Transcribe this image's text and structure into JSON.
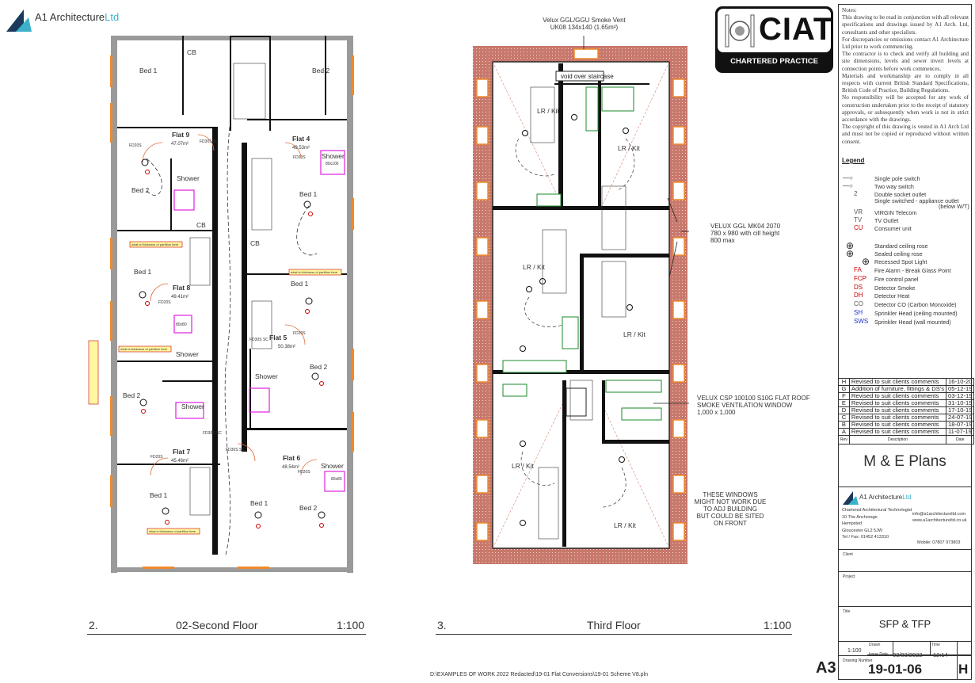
{
  "company": {
    "name": "A1 Architecture",
    "name_suffix": "Ltd"
  },
  "ciat": {
    "word": "CIAT",
    "subtitle": "CHARTERED PRACTICE"
  },
  "second_floor": {
    "number": "2.",
    "title": "02-Second Floor",
    "scale": "1:100",
    "rooms": [
      {
        "label": "Bed 1"
      },
      {
        "label": "CB"
      },
      {
        "label": "Bed 2"
      },
      {
        "label": "Flat 9"
      },
      {
        "label": "47.07m²"
      },
      {
        "label": "Flat 4"
      },
      {
        "label": "49.53m²"
      },
      {
        "label": "Shower"
      },
      {
        "label": "80x100"
      },
      {
        "label": "Shower"
      },
      {
        "label": "Bed 2"
      },
      {
        "label": "Bed 1"
      },
      {
        "label": "CB"
      },
      {
        "label": "CB"
      },
      {
        "label": "Bed 1"
      },
      {
        "label": "Flat 8"
      },
      {
        "label": "49.41m²"
      },
      {
        "label": "Bed 1"
      },
      {
        "label": "Flat 5"
      },
      {
        "label": "50.38m²"
      },
      {
        "label": "Shower"
      },
      {
        "label": "Bed 2"
      },
      {
        "label": "Shower"
      },
      {
        "label": "Bed 2"
      },
      {
        "label": "Shower"
      },
      {
        "label": "Flat 7"
      },
      {
        "label": "45.46m²"
      },
      {
        "label": "Flat 6"
      },
      {
        "label": "48.54m²"
      },
      {
        "label": "Shower"
      },
      {
        "label": "Bed 1"
      },
      {
        "label": "Bed 1"
      },
      {
        "label": "Bed 2"
      },
      {
        "label": "80x80"
      },
      {
        "label": "80x80"
      }
    ],
    "doors": [
      "FD20S",
      "FD20S",
      "FD20S",
      "FD30S SC",
      "FD30S SC",
      "FD30S SC",
      "FD30S SC",
      "FD20S",
      "FD20S",
      "FD20S"
    ],
    "partition_note": "what is thickness of partition here"
  },
  "third_floor": {
    "number": "3.",
    "title": "Third Floor",
    "scale": "1:100",
    "void_label": "void over staircase",
    "rooms": [
      "LR / Kit",
      "LR / Kit",
      "LR / Kit",
      "LR / Kit",
      "LR / Kit",
      "LR / Kit"
    ],
    "annotations": {
      "smoke_vent_1": "Velux GGL/GGU Smoke Vent",
      "smoke_vent_2": "UK08 134x140 (1.65m²)",
      "velux_1": "VELUX GGL MK04 2070",
      "velux_2": "780 x 980 with cill height",
      "velux_3": "800 max",
      "csp_1": "VELUX CSP 100100 S10G FLAT ROOF",
      "csp_2": "SMOKE VENTILATION WINDOW",
      "csp_3": "1,000 x 1,000",
      "windows_1": "THESE WINDOWS",
      "windows_2": "MIGHT NOT WORK DUE",
      "windows_3": "TO ADJ BUILDING",
      "windows_4": "BUT COULD BE SITED",
      "windows_5": "ON FRONT"
    }
  },
  "notes": {
    "heading": "Notes:",
    "paragraphs": [
      "This drawing to be read in conjunction with all relevant specifications and drawings issued by A1 Arch. Ltd, consultants and other specialists.",
      "For discrepancies or omissions contact A1 Architecture Ltd prior to work commencing.",
      "The contractor is to check and verify all building and site dimensions, levels and sewer invert levels at connection points before work commences.",
      "Materials and workmanship are to comply in all respects with current British Standard Specifications, British Code of Practice, Building Regulations.",
      "No responsibility will be accepted for any work of construction undertaken prior to the receipt of statutory approvals, or subsequently when work is not in strict accordance with the drawings.",
      "The copyright of this drawing is vested in A1 Arch Ltd and must not be copied or reproduced without written consent."
    ]
  },
  "legend": {
    "title": "Legend",
    "items": [
      {
        "symbol": "",
        "label": "Single pole switch"
      },
      {
        "symbol": "",
        "label": "Two way switch"
      },
      {
        "symbol": "2",
        "label": "Double socket outlet"
      },
      {
        "symbol": "",
        "label": "Single switched - appliance outlet"
      },
      {
        "symbol": "",
        "label": "(below W/T)"
      },
      {
        "symbol": "VR",
        "label": "VIRGIN Telecom"
      },
      {
        "symbol": "TV",
        "label": "TV Outlet"
      },
      {
        "symbol": "CU",
        "label": "Consumer unit"
      },
      {
        "symbol": "",
        "label": "Standard ceiling rose"
      },
      {
        "symbol": "",
        "label": "Sealed ceiling rose"
      },
      {
        "symbol": "",
        "label": "Recessed Spot Light"
      },
      {
        "symbol": "FA",
        "label": "Fire Alarm - Break Glass Point"
      },
      {
        "symbol": "FCP",
        "label": "Fire control panel"
      },
      {
        "symbol": "DS",
        "label": "Detector Smoke"
      },
      {
        "symbol": "DH",
        "label": "Detector Heat"
      },
      {
        "symbol": "CO",
        "label": "Detector CO (Carbon Monoxide)"
      },
      {
        "symbol": "SH",
        "label": "Sprinkler Head (ceiling mounted)"
      },
      {
        "symbol": "SWS",
        "label": "Sprinkler Head (wall mounted)"
      }
    ]
  },
  "revisions": {
    "headers": {
      "rev": "Rev",
      "description": "Description",
      "date": "Date"
    },
    "rows": [
      {
        "rev": "H",
        "description": "Revised to suit clients comments",
        "date": "16-10-20"
      },
      {
        "rev": "G",
        "description": "Addition of furniture, fittings & DS's",
        "date": "05-12-19"
      },
      {
        "rev": "F",
        "description": "Revised to suit clients comments",
        "date": "03-12-19"
      },
      {
        "rev": "E",
        "description": "Revised to suit clients comments",
        "date": "31-10-19"
      },
      {
        "rev": "D",
        "description": "Revised to suit clients comments",
        "date": "17-10-19"
      },
      {
        "rev": "C",
        "description": "Revised to suit clients comments",
        "date": "24-07-19"
      },
      {
        "rev": "B",
        "description": "Revised to suit clients comments",
        "date": "18-07-19"
      },
      {
        "rev": "A",
        "description": "Revised to suit clients comments",
        "date": "11-07-19"
      }
    ]
  },
  "title_block": {
    "drawing_type": "M & E Plans",
    "company_line": "Chartered Architectural Technologist",
    "address_1": "10 The Anchorage",
    "address_2": "Hempsted",
    "address_3": "Gloucester GL2 5JW",
    "tel": "Tel / Fax: 01452 413310",
    "email": "info@a1architectureltd.com",
    "web": "www.a1architectureltd.co.uk",
    "mobile": "Mobile: 07807 973803",
    "client_label": "Client",
    "project_label": "Project",
    "title_label": "Title",
    "title": "SFP & TFP",
    "scale": "1:100",
    "drawn_label": "Drawn",
    "time_label": "Time",
    "issue_date_label": "Issue Date",
    "issue_date": "03/03/2022",
    "time": "12:14",
    "drawing_number_label": "Drawing Number",
    "drawing_number": "19-01-06",
    "revision": "H",
    "sheet_size": "A3"
  },
  "file_path": "D:\\EXAMPLES OF WORK 2022 Redacted\\19-01 Flat Conversions\\19-01 Scheme V8.pln"
}
